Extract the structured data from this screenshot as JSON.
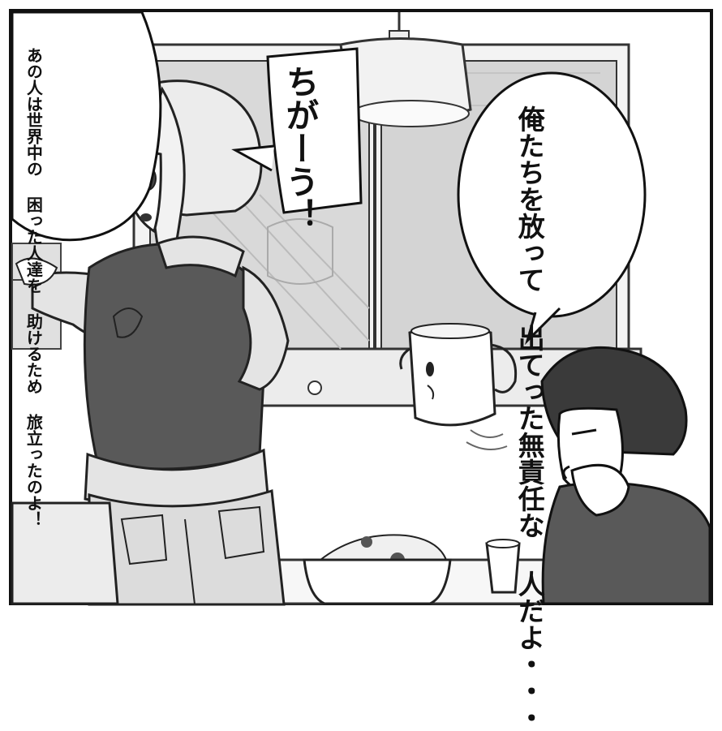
{
  "speech_left": "あの人は世界中の\n困った人達を\n助けるため\n旅立ったのよ！",
  "shout": "ちがーう！",
  "speech_right": "俺たちを放って\n出てった無責任な\n人だよ・・・",
  "colors": {
    "ink": "#111111",
    "vest": "#595959",
    "sweater": "#e4e4e4",
    "hair_blond": "#ececec",
    "hair_dark": "#3a3a3a",
    "window_gray": "#d9d9d9",
    "background": "#ffffff"
  }
}
